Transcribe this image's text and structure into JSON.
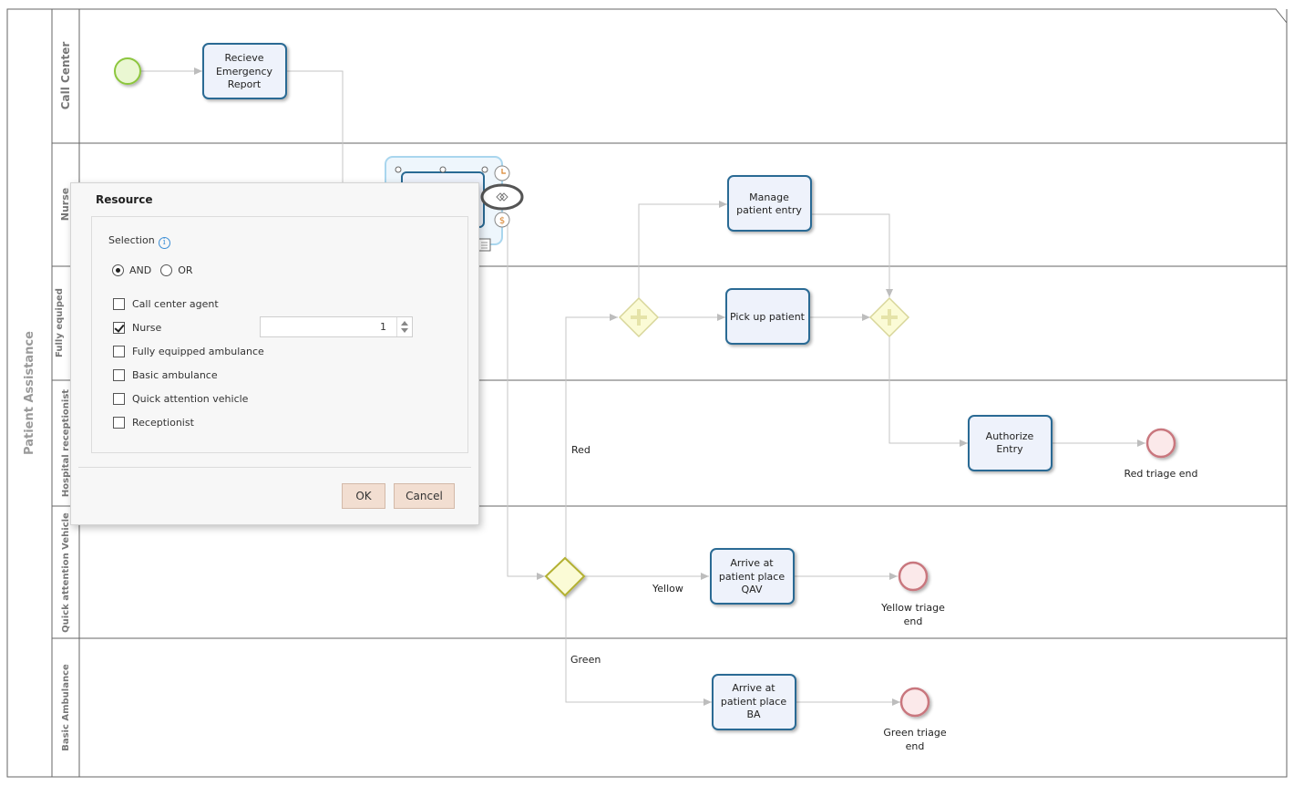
{
  "pool": {
    "name": "Patient Assistance"
  },
  "lanes": [
    "Call Center",
    "Nurse",
    "Fully equiped",
    "Hospital receptionist",
    "Quick attention Vehicle",
    "Basic Ambulance"
  ],
  "tasks": {
    "receive": [
      "Recieve",
      "Emergency",
      "Report"
    ],
    "manage": [
      "Manage",
      "patient entry"
    ],
    "pickup": [
      "Pick up patient"
    ],
    "authorize": [
      "Authorize",
      "Entry"
    ],
    "qav": [
      "Arrive at",
      "patient place",
      "QAV"
    ],
    "ba": [
      "Arrive at",
      "patient place",
      "BA"
    ]
  },
  "events": {
    "red_end": [
      "Red triage end"
    ],
    "yellow_end": [
      "Yellow triage",
      "end"
    ],
    "green_end": [
      "Green triage",
      "end"
    ]
  },
  "flows": {
    "red": "Red",
    "yellow": "Yellow",
    "green": "Green"
  },
  "dialog": {
    "title": "Resource",
    "selection_label": "Selection",
    "info_icon": "i",
    "and_label": "AND",
    "or_label": "OR",
    "mode": "AND",
    "resources": [
      {
        "label": "Call center agent",
        "checked": false
      },
      {
        "label": "Nurse",
        "checked": true,
        "quantity": "1"
      },
      {
        "label": "Fully equipped ambulance",
        "checked": false
      },
      {
        "label": "Basic ambulance",
        "checked": false
      },
      {
        "label": "Quick attention vehicle",
        "checked": false
      },
      {
        "label": "Receptionist",
        "checked": false
      }
    ],
    "ok_label": "OK",
    "cancel_label": "Cancel"
  }
}
